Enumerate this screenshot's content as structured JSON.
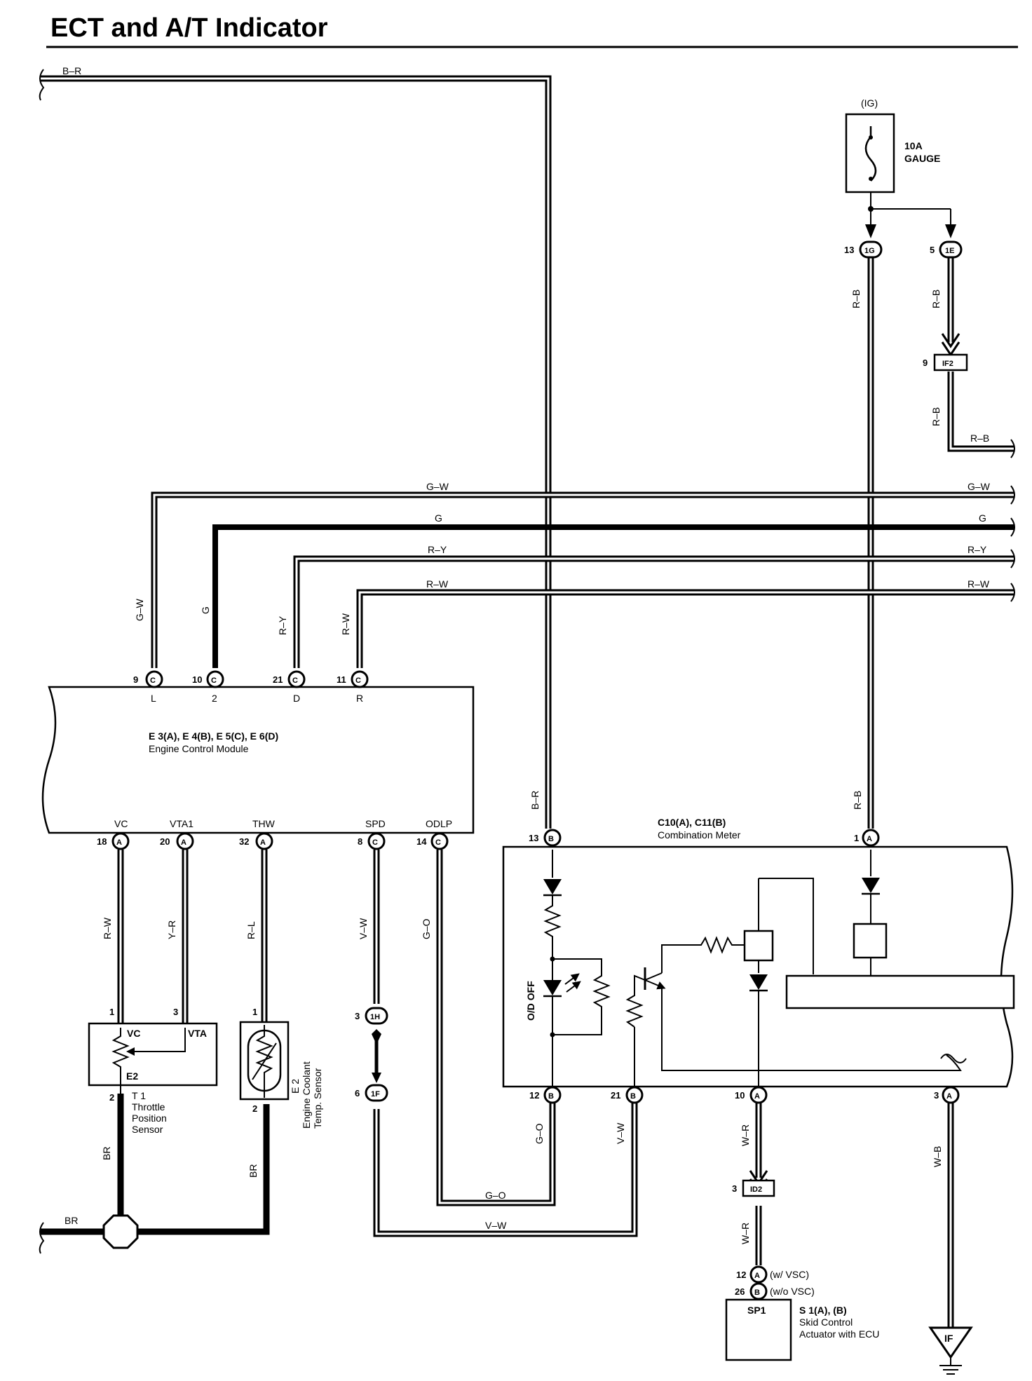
{
  "title": "ECT and A/T Indicator",
  "fuse": {
    "source": "(IG)",
    "rating": "10A",
    "name": "GAUGE"
  },
  "connectors": {
    "j13_1G": {
      "pin": "13",
      "code": "1G"
    },
    "j5_1E": {
      "pin": "5",
      "code": "1E"
    },
    "if2": {
      "pin": "9",
      "code": "IF2"
    },
    "id2": {
      "pin": "3",
      "code": "ID2"
    },
    "j3_1H": {
      "pin": "3",
      "code": "1H"
    },
    "j6_1F": {
      "pin": "6",
      "code": "1F"
    }
  },
  "wires": {
    "br_top": "B–R",
    "rb_a": "R–B",
    "rb_b": "R–B",
    "rb_c": "R–B",
    "rb_d": "R–B",
    "rb_e": "R–B",
    "gw_a": "G–W",
    "gw_b": "G–W",
    "gw_c": "G–W",
    "g_a": "G",
    "g_b": "G",
    "g_c": "G",
    "ry_a": "R–Y",
    "ry_b": "R–Y",
    "ry_c": "R–Y",
    "rw_a": "R–W",
    "rw_b": "R–W",
    "rw_c": "R–W",
    "rw_vc": "R–W",
    "yr_vta": "Y–R",
    "rl_thw": "R–L",
    "vw_spd": "V–W",
    "go_odlp": "G–O",
    "br_meter": "B–R",
    "rb_meter": "R–B",
    "go_meter": "G–O",
    "vw_meter": "V–W",
    "go_bottom": "G–O",
    "vw_bottom": "V–W",
    "wr_a": "W–R",
    "wr_b": "W–R",
    "wb": "W–B",
    "br_t1": "BR",
    "br_e2": "BR",
    "br_ground": "BR"
  },
  "ecm": {
    "name": "E 3(A), E 4(B), E 5(C), E 6(D)",
    "desc": "Engine Control Module",
    "top_pins": [
      {
        "num": "9",
        "code": "C",
        "name": "L"
      },
      {
        "num": "10",
        "code": "C",
        "name": "2"
      },
      {
        "num": "21",
        "code": "C",
        "name": "D"
      },
      {
        "num": "11",
        "code": "C",
        "name": "R"
      }
    ],
    "bottom_pins": [
      {
        "num": "18",
        "code": "A",
        "name": "VC"
      },
      {
        "num": "20",
        "code": "A",
        "name": "VTA1"
      },
      {
        "num": "32",
        "code": "A",
        "name": "THW"
      },
      {
        "num": "8",
        "code": "C",
        "name": "SPD"
      },
      {
        "num": "14",
        "code": "C",
        "name": "ODLP"
      }
    ]
  },
  "meter": {
    "name": "C10(A), C11(B)",
    "desc": "Combination Meter",
    "indicator": "O/D OFF",
    "top_pins": [
      {
        "num": "13",
        "code": "B"
      },
      {
        "num": "1",
        "code": "A"
      }
    ],
    "bottom_pins": [
      {
        "num": "12",
        "code": "B"
      },
      {
        "num": "21",
        "code": "B"
      },
      {
        "num": "10",
        "code": "A"
      },
      {
        "num": "3",
        "code": "A"
      }
    ]
  },
  "t1": {
    "id": "T 1",
    "line1": "Throttle",
    "line2": "Position",
    "line3": "Sensor",
    "pin_vc": "VC",
    "pin_vta": "VTA",
    "pin_e2": "E2",
    "n1": "1",
    "n3": "3",
    "n2": "2"
  },
  "e2": {
    "id": "E 2",
    "line1": "Engine Coolant",
    "line2": "Temp. Sensor",
    "n1": "1",
    "n2": "2"
  },
  "skid": {
    "pin_a_num": "12",
    "pin_a_code": "A",
    "pin_a_note": "(w/ VSC)",
    "pin_b_num": "26",
    "pin_b_code": "B",
    "pin_b_note": "(w/o VSC)",
    "box": "SP1",
    "name": "S 1(A), (B)",
    "line1": "Skid Control",
    "line2": "Actuator with ECU"
  },
  "ground": "IF"
}
